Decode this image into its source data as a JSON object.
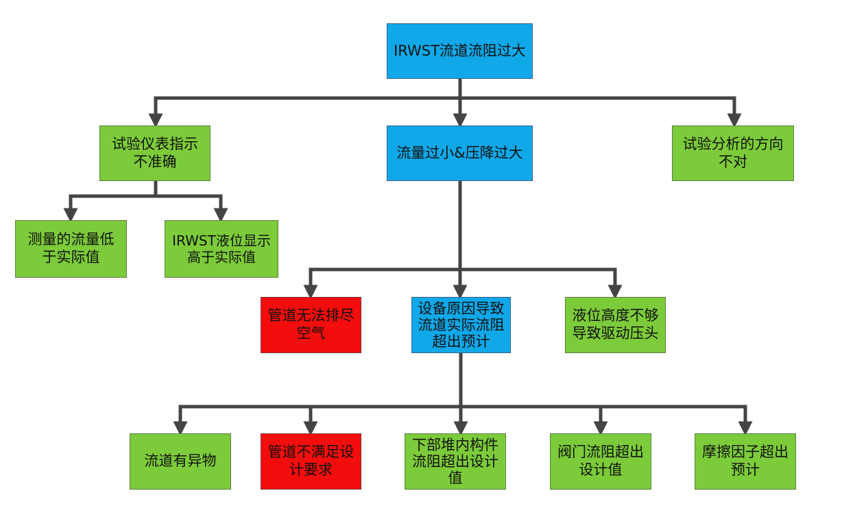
{
  "diagram": {
    "nodes": {
      "root": {
        "label": "IRWST流道流阻过大",
        "fill": "#10a8e8"
      },
      "instrument": {
        "label": "试验仪表指示\n不准确",
        "fill": "#7ccb3a"
      },
      "flow": {
        "label": "流量过小&压降过大",
        "fill": "#10a8e8"
      },
      "analysis": {
        "label": "试验分析的方向\n不对",
        "fill": "#7ccb3a"
      },
      "measure_low": {
        "label": "测量的流量低\n于实际值",
        "fill": "#7ccb3a"
      },
      "level_high": {
        "label": "IRWST液位显示\n高于实际值",
        "fill": "#7ccb3a"
      },
      "air": {
        "label": "管道无法排尽\n空气",
        "fill": "#f40d0d"
      },
      "equipment": {
        "label": "设备原因导致\n流道实际流阻\n超出预计",
        "fill": "#10a8e8"
      },
      "level_insufficient": {
        "label": "液位高度不够\n导致驱动压头",
        "fill": "#7ccb3a"
      },
      "foreign": {
        "label": "流道有异物",
        "fill": "#7ccb3a"
      },
      "pipe_design": {
        "label": "管道不满足设\n计要求",
        "fill": "#f40d0d"
      },
      "lower_internals": {
        "label": "下部堆内构件\n流阻超出设计\n值",
        "fill": "#7ccb3a"
      },
      "valve": {
        "label": "阀门流阻超出\n设计值",
        "fill": "#7ccb3a"
      },
      "friction": {
        "label": "摩擦因子超出\n预计",
        "fill": "#7ccb3a"
      }
    },
    "connector_color": "#444444"
  }
}
